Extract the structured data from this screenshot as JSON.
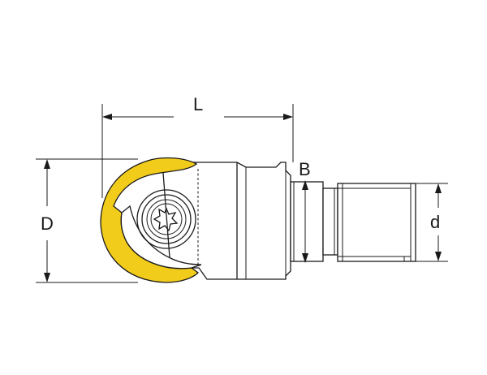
{
  "diagram": {
    "colors": {
      "insert": "#f2cc1a",
      "line": "#1a1a1a",
      "background": "#ffffff"
    },
    "dimensions": {
      "length_label": "L",
      "cutting_diameter_label": "D",
      "width_label": "B",
      "shank_diameter_label": "d"
    },
    "icons": {
      "screw": "torx-screw-icon"
    }
  }
}
